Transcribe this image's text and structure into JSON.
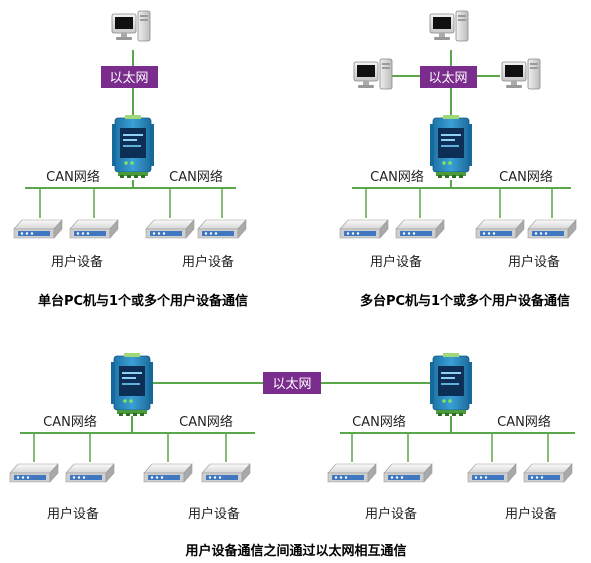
{
  "labels": {
    "ethernet": "以太网",
    "can_bus": "CAN网络",
    "user_device": "用户设备"
  },
  "captions": {
    "panel1": "单台PC机与1个或多个用户设备通信",
    "panel2": "多台PC机与1个或多个用户设备通信",
    "panel3": "用户设备通信之间通过以太网相互通信"
  },
  "colors": {
    "bus_line": "#5aa64a",
    "ethernet_tag": "#7b2d8e",
    "gateway_body": "#2f8fc4",
    "gateway_panel": "#0d2f55"
  },
  "icons": {
    "pc": "desktop-pc-icon",
    "gateway": "can-ethernet-gateway-icon",
    "device": "user-device-icon"
  }
}
